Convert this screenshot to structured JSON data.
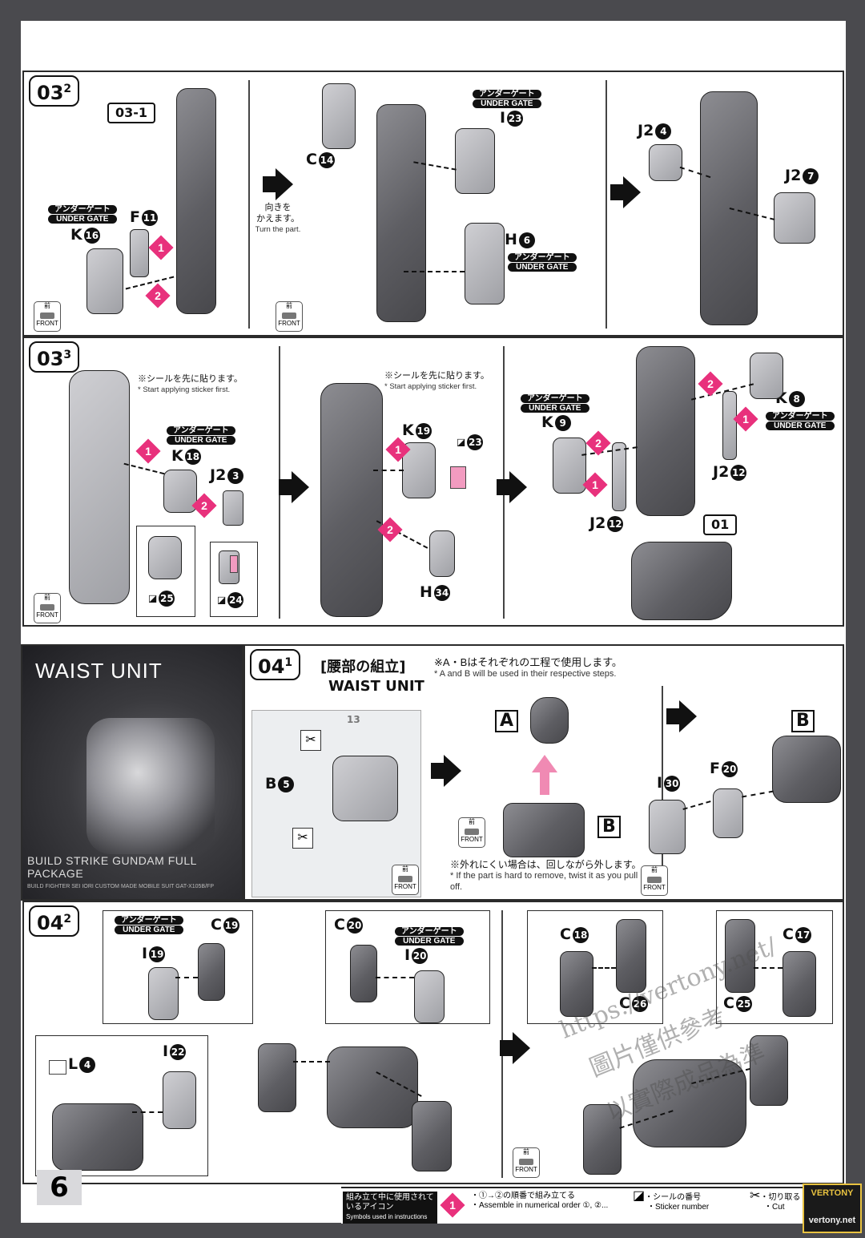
{
  "sections": {
    "s03_2": {
      "tag": "03",
      "sub": "2",
      "ref": "03-1"
    },
    "s03_3": {
      "tag": "03",
      "sub": "3",
      "ref": "01"
    },
    "s04_1": {
      "tag": "04",
      "sub": "1",
      "title_jp": "[腰部の組立]",
      "title_en": "WAIST UNIT"
    },
    "s04_2": {
      "tag": "04",
      "sub": "2"
    }
  },
  "under_gate": {
    "jp": "アンダーゲート",
    "en": "UNDER GATE"
  },
  "front": {
    "jp": "前",
    "en": "FRONT"
  },
  "turn": {
    "jp": "向きを\nかえます。",
    "en": "Turn the part."
  },
  "sticker_first": {
    "jp": "※シールを先に貼ります。",
    "en": "* Start applying sticker first."
  },
  "waist_notes": {
    "ab_jp": "※A・Bはそれぞれの工程で使用します。",
    "ab_en": "* A and B will be used in their respective steps.",
    "twist_jp": "※外れにくい場合は、回しながら外します。",
    "twist_en": "* If the part is hard to remove, twist it as you pull it off."
  },
  "hero": {
    "title": "WAIST UNIT",
    "subtitle": "BUILD STRIKE GUNDAM FULL PACKAGE",
    "small": "BUILD FIGHTER SEI IORI CUSTOM MADE MOBILE SUIT GAT-X105B/FP"
  },
  "labels": {
    "s1_F": "F",
    "s1_F_n": "11",
    "s1_K": "K",
    "s1_K_n": "16",
    "s2_C": "C",
    "s2_C_n": "14",
    "s2_I": "I",
    "s2_I_n": "23",
    "s2_H": "H",
    "s2_H_n": "6",
    "s3_J2a": "J2",
    "s3_J2a_n": "4",
    "s3_J2b": "J2",
    "s3_J2b_n": "7",
    "s4_K": "K",
    "s4_K_n": "18",
    "s4_J2": "J2",
    "s4_J2_n": "3",
    "s4_st1": "25",
    "s4_st2": "24",
    "s5_K": "K",
    "s5_K_n": "19",
    "s5_H": "H",
    "s5_H_n": "34",
    "s5_st": "23",
    "s6_K8": "K",
    "s6_K8_n": "8",
    "s6_K9": "K",
    "s6_K9_n": "9",
    "s6_J2a": "J2",
    "s6_J2a_n": "12",
    "s6_J2b": "J2",
    "s6_J2b_n": "12",
    "w_B": "B",
    "w_B_n": "5",
    "w_A": "A",
    "w_Bbig": "B",
    "w_Bbig2": "B",
    "w_I": "I",
    "w_I_n": "30",
    "w_F": "F",
    "w_F_n": "20",
    "r_C19": "C",
    "r_C19_n": "19",
    "r_I19": "I",
    "r_I19_n": "19",
    "r_C20": "C",
    "r_C20_n": "20",
    "r_I20": "I",
    "r_I20_n": "20",
    "r_L4": "L",
    "r_L4_n": "4",
    "r_I22": "I",
    "r_I22_n": "22",
    "r_C18": "C",
    "r_C18_n": "18",
    "r_C26": "C",
    "r_C26_n": "26",
    "r_C17": "C",
    "r_C17_n": "17",
    "r_C25": "C",
    "r_C25_n": "25",
    "runner_num": "13"
  },
  "legend": {
    "title_jp": "組み立て中に使用されているアイコン",
    "title_en": "Symbols used in instructions",
    "assemble_jp": "・①→②の順番で組み立てる",
    "assemble_en": "・Assemble in numerical order ①, ②...",
    "sticker_jp": "・シールの番号",
    "sticker_en": "・Sticker number",
    "cut_jp": "・切り取る",
    "cut_en": "・Cut"
  },
  "page_number": "6",
  "watermarks": {
    "url": "https://vertony.net/",
    "cn1": "圖片僅供參考",
    "cn2": "以實際成品為準",
    "logo1": "VERTONY",
    "logo2": "vertony.net"
  },
  "colors": {
    "accent": "#e8317c",
    "part": "#5e5e63",
    "bg": "#4a4a4e"
  }
}
